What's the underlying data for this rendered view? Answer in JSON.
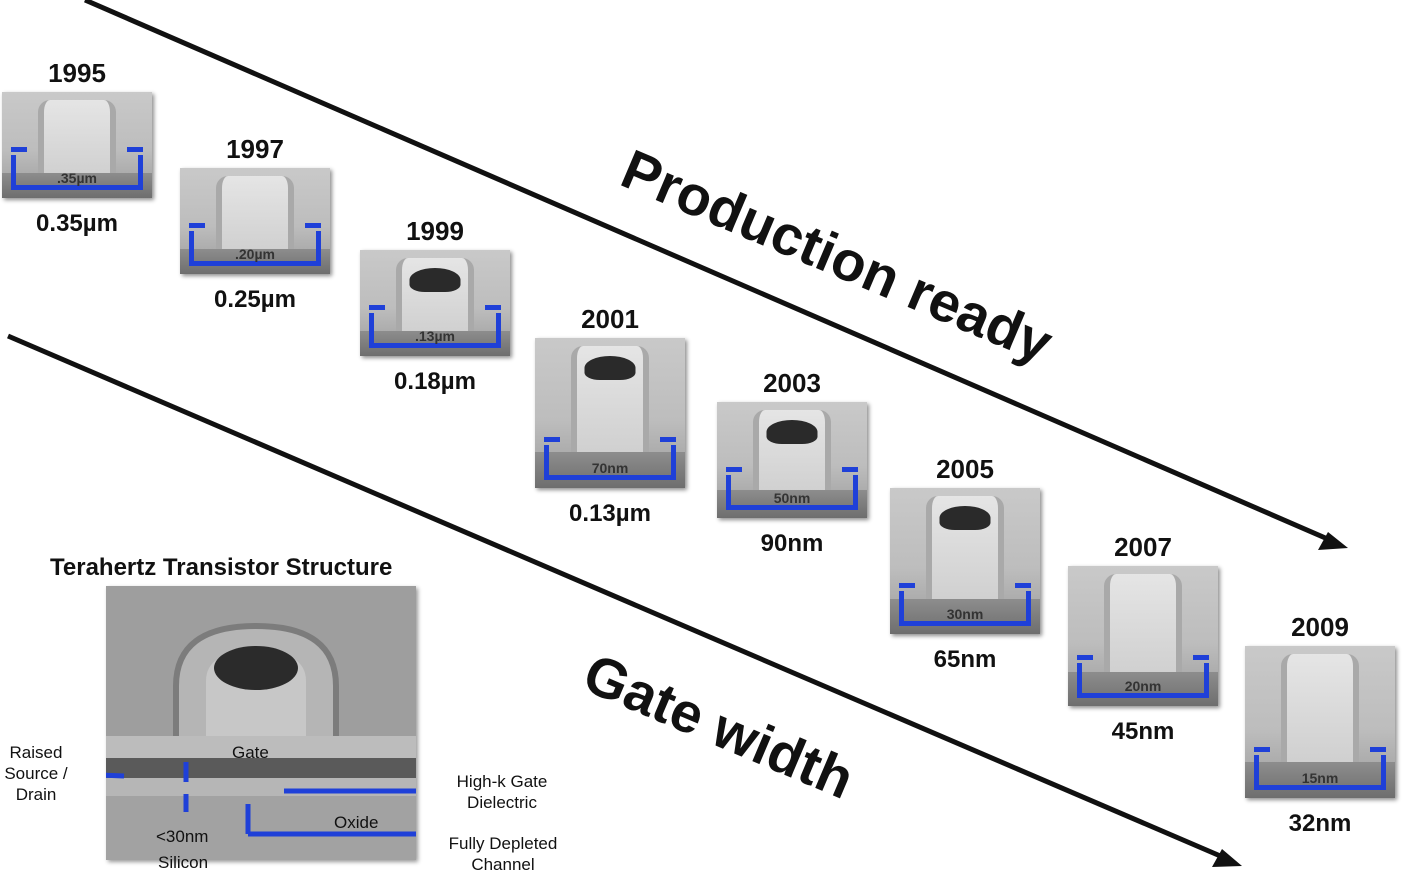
{
  "banners": {
    "production": "Production ready",
    "gate": "Gate width"
  },
  "nodes": [
    {
      "year": "1995",
      "measure": ".35µm",
      "label": "0.35µm"
    },
    {
      "year": "1997",
      "measure": ".20µm",
      "label": "0.25µm"
    },
    {
      "year": "1999",
      "measure": ".13µm",
      "label": "0.18µm"
    },
    {
      "year": "2001",
      "measure": "70nm",
      "label": "0.13µm"
    },
    {
      "year": "2003",
      "measure": "50nm",
      "label": "90nm"
    },
    {
      "year": "2005",
      "measure": "30nm",
      "label": "65nm"
    },
    {
      "year": "2007",
      "measure": "20nm",
      "label": "45nm"
    },
    {
      "year": "2009",
      "measure": "15nm",
      "label": "32nm"
    }
  ],
  "structure": {
    "title": "Terahertz Transistor Structure",
    "gate": "Gate",
    "raised": "Raised\nSource /\nDrain",
    "size": "<30nm",
    "silicon": "Silicon",
    "oxide": "Oxide",
    "highk": "High-k Gate\nDielectric",
    "channel": "Fully Depleted\nChannel"
  }
}
